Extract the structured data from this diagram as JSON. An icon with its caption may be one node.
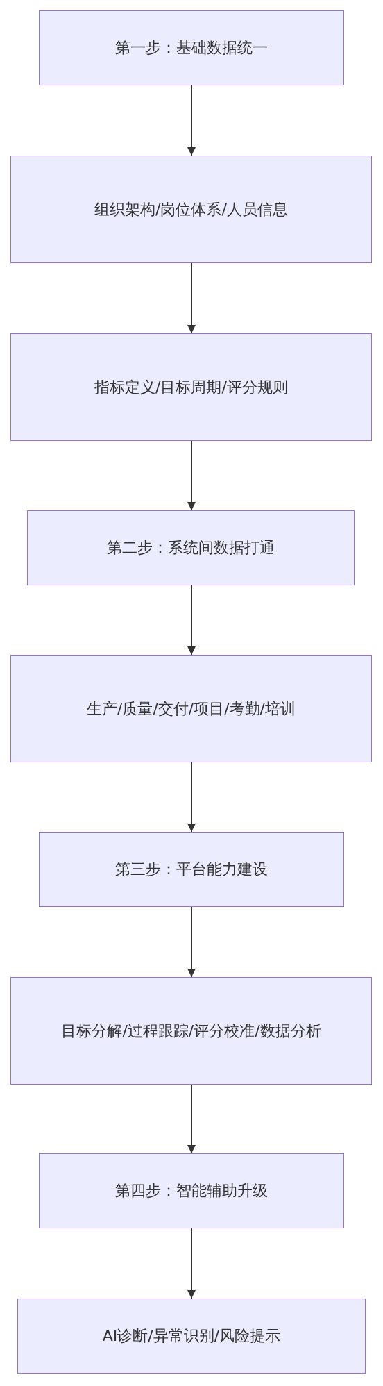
{
  "diagram": {
    "nodes": [
      {
        "text": [
          "第一步：基础数据统一"
        ]
      },
      {
        "text": [
          "组织架构/岗位体系/人员信息"
        ]
      },
      {
        "text": [
          "指标定义/目标周期/评分规则"
        ]
      },
      {
        "text": [
          "第二步：系统间数据打通"
        ]
      },
      {
        "text": [
          "生产/质量/交付/项目/考勤/培训"
        ]
      },
      {
        "text": [
          "第三步：平台能力建设"
        ]
      },
      {
        "text": [
          "目标分解/过程跟踪/评分校准/数据分析"
        ]
      },
      {
        "text": [
          "第四步：智能辅助升级"
        ]
      },
      {
        "text": [
          "AI诊断/异常识别/风险提示"
        ]
      }
    ],
    "edges": [
      {
        "from": 0,
        "to": 1,
        "arrow": "to"
      },
      {
        "from": 1,
        "to": 2,
        "arrow": "to"
      },
      {
        "from": 2,
        "to": 3,
        "arrow": "to"
      },
      {
        "from": 3,
        "to": 4,
        "arrow": "to"
      },
      {
        "from": 4,
        "to": 5,
        "arrow": "to"
      },
      {
        "from": 5,
        "to": 6,
        "arrow": "to"
      },
      {
        "from": 6,
        "to": 7,
        "arrow": "to"
      },
      {
        "from": 7,
        "to": 8,
        "arrow": "to"
      }
    ]
  }
}
